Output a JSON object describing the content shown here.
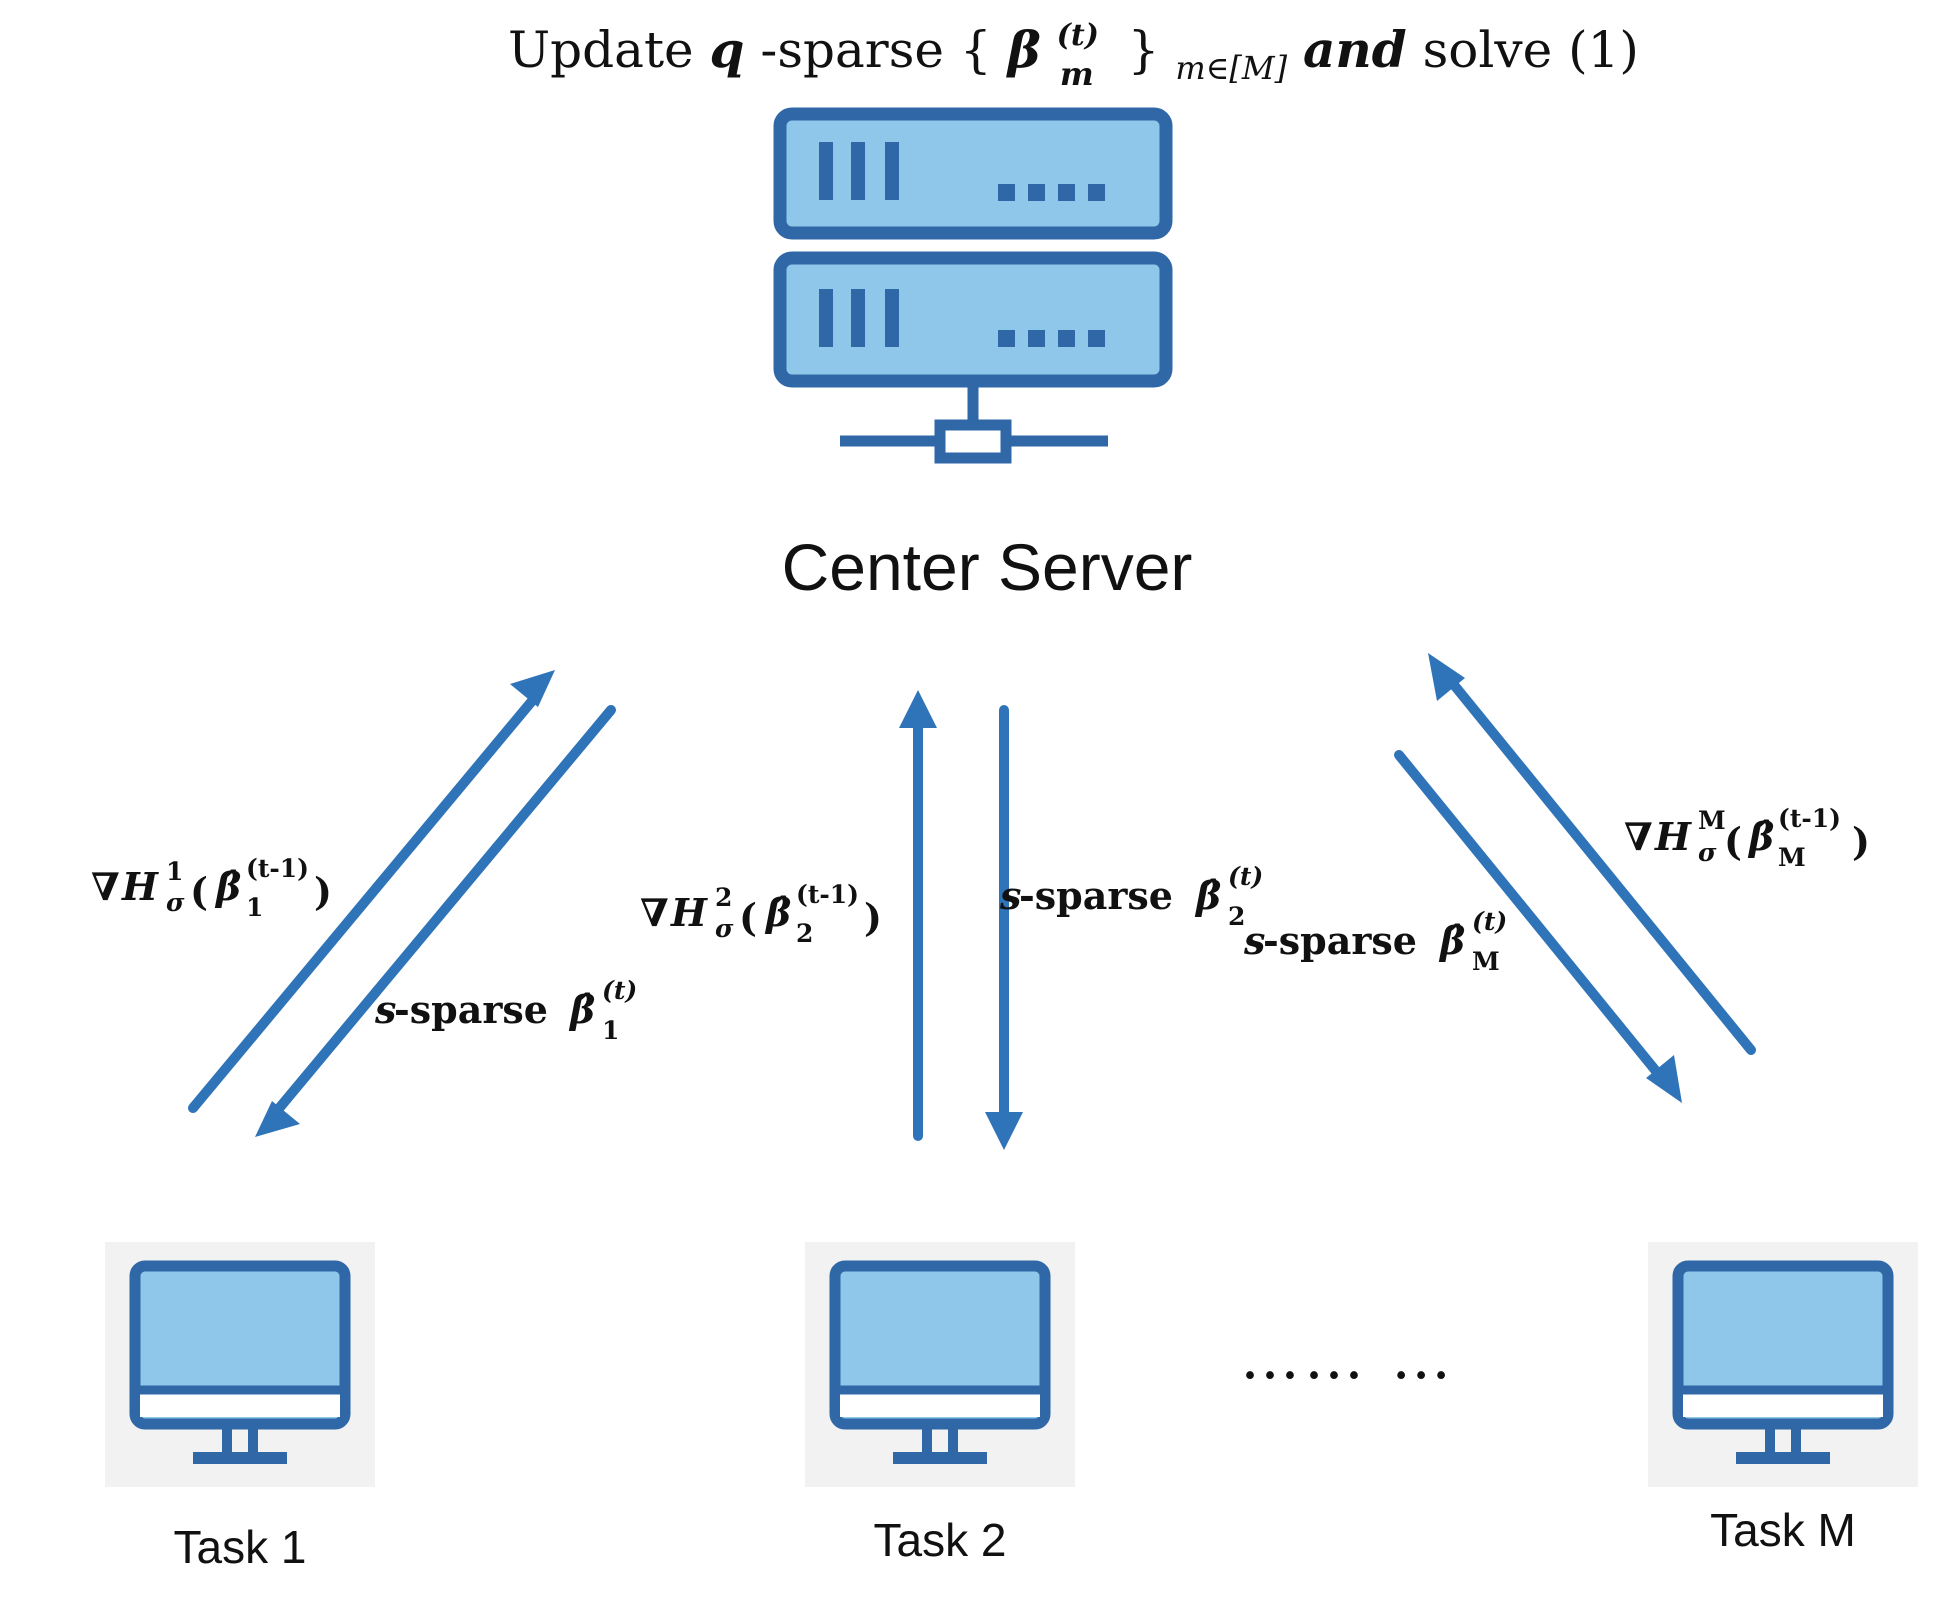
{
  "title": {
    "prefix": "Update ",
    "q": "q",
    "middle": "-sparse {",
    "beta": "β",
    "beta_sup": "(t)",
    "beta_sub": "m",
    "set_close": "}",
    "set_sub": "m∈[M]",
    "and": " and",
    "suffix": " solve (1)"
  },
  "server": {
    "label": "Center Server",
    "icon": "server-icon"
  },
  "tasks": [
    {
      "label": "Task 1",
      "icon": "monitor-icon"
    },
    {
      "label": "Task 2",
      "icon": "monitor-icon"
    },
    {
      "label": "Task M",
      "icon": "monitor-icon"
    }
  ],
  "ellipsis": "…… …",
  "labels": {
    "grad1": {
      "nabla": "∇",
      "h": "H",
      "sup": "1",
      "sub": "σ",
      "beta": "β̂",
      "beta_sub": "1",
      "beta_sup": "(t-1)",
      "open": "(",
      "close": ")"
    },
    "grad2": {
      "nabla": "∇",
      "h": "H",
      "sup": "2",
      "sub": "σ",
      "beta": "β̂",
      "beta_sub": "2",
      "beta_sup": "(t-1)",
      "open": "(",
      "close": ")"
    },
    "gradM": {
      "nabla": "∇",
      "h": "H",
      "sup": "M",
      "sub": "σ",
      "beta": "β̂",
      "beta_sub": "M",
      "beta_sup": "(t-1)",
      "open": "(",
      "close": ")"
    },
    "sparse1": {
      "s": "s",
      "text": "-sparse ",
      "beta": "β̂",
      "sub": "1",
      "sup": "(t)"
    },
    "sparse2": {
      "s": "s",
      "text": "-sparse ",
      "beta": "β̂",
      "sub": "2",
      "sup": "(t)"
    },
    "sparseM": {
      "s": "s",
      "text": "-sparse ",
      "beta": "β̂",
      "sub": "M",
      "sup": "(t)"
    }
  },
  "colors": {
    "arrow": "#2f74b8",
    "icon_fill": "#8fc7ea",
    "icon_stroke": "#2f67a7"
  }
}
